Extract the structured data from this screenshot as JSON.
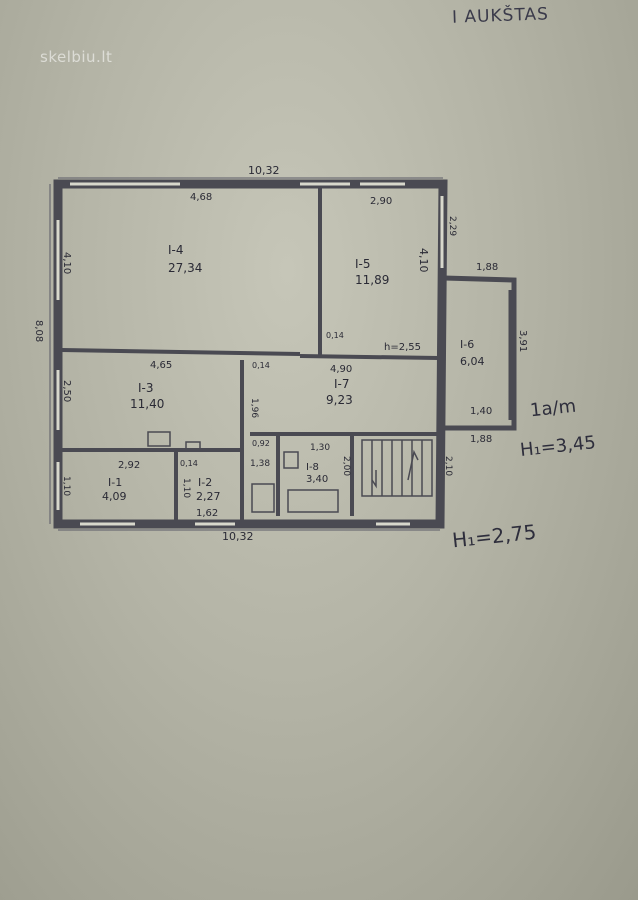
{
  "title": "I AUKŠTAS",
  "watermark": "skelbiu.lt",
  "rooms": {
    "r4": {
      "code": "I-4",
      "area": "27,34"
    },
    "r5": {
      "code": "I-5",
      "area": "11,89"
    },
    "r6": {
      "code": "I-6",
      "area": "6,04"
    },
    "r3": {
      "code": "I-3",
      "area": "11,40"
    },
    "r7": {
      "code": "I-7",
      "area": "9,23"
    },
    "r1": {
      "code": "I-1",
      "area": "4,09"
    },
    "r2": {
      "code": "I-2",
      "area": "2,27"
    },
    "r8": {
      "code": "I-8",
      "area": "3,40"
    },
    "small": "1,38"
  },
  "dims": {
    "top_total": "10,32",
    "bottom_total": "10,32",
    "r4_width": "4,68",
    "r5_width": "2,90",
    "right_upper": "2,29",
    "r5_height": "4,10",
    "left_total": "8,08",
    "left_upper": "4,10",
    "left_mid": "2,50",
    "left_lower": "1,10",
    "r3_width": "4,65",
    "hall_width": "4,90",
    "corridor_w": "0,14",
    "corridor_w2": "0,14",
    "h_room": "h=2,55",
    "hall_side": "1,96",
    "r8_w": "1,30",
    "r8_h": "2,00",
    "small_w": "0,92",
    "r1_w": "2,92",
    "r2_w": "1,62",
    "r1_h": "1,10",
    "r2_mark": "0,14",
    "stair_h": "2,10",
    "porch_top": "1,88",
    "porch_side": "3,91",
    "porch_inner": "1,40",
    "porch_bottom": "1,88"
  },
  "notes": {
    "level": "1a/m",
    "h1_top": "H₁=3,45",
    "h1_bottom": "H₁=2,75"
  },
  "colors": {
    "ink": "#2a2a35",
    "paper": "#b8b8aa",
    "wall": "#4a4a52"
  }
}
